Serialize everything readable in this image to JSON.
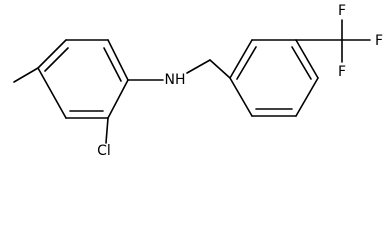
{
  "molecule": {
    "atoms": {
      "chlorine": "Cl",
      "amine": "NH",
      "fluorine_top": "F",
      "fluorine_right": "F",
      "fluorine_bottom": "F"
    }
  },
  "colors": {
    "bond": "#000000",
    "label": "#000000",
    "background": "#ffffff"
  }
}
